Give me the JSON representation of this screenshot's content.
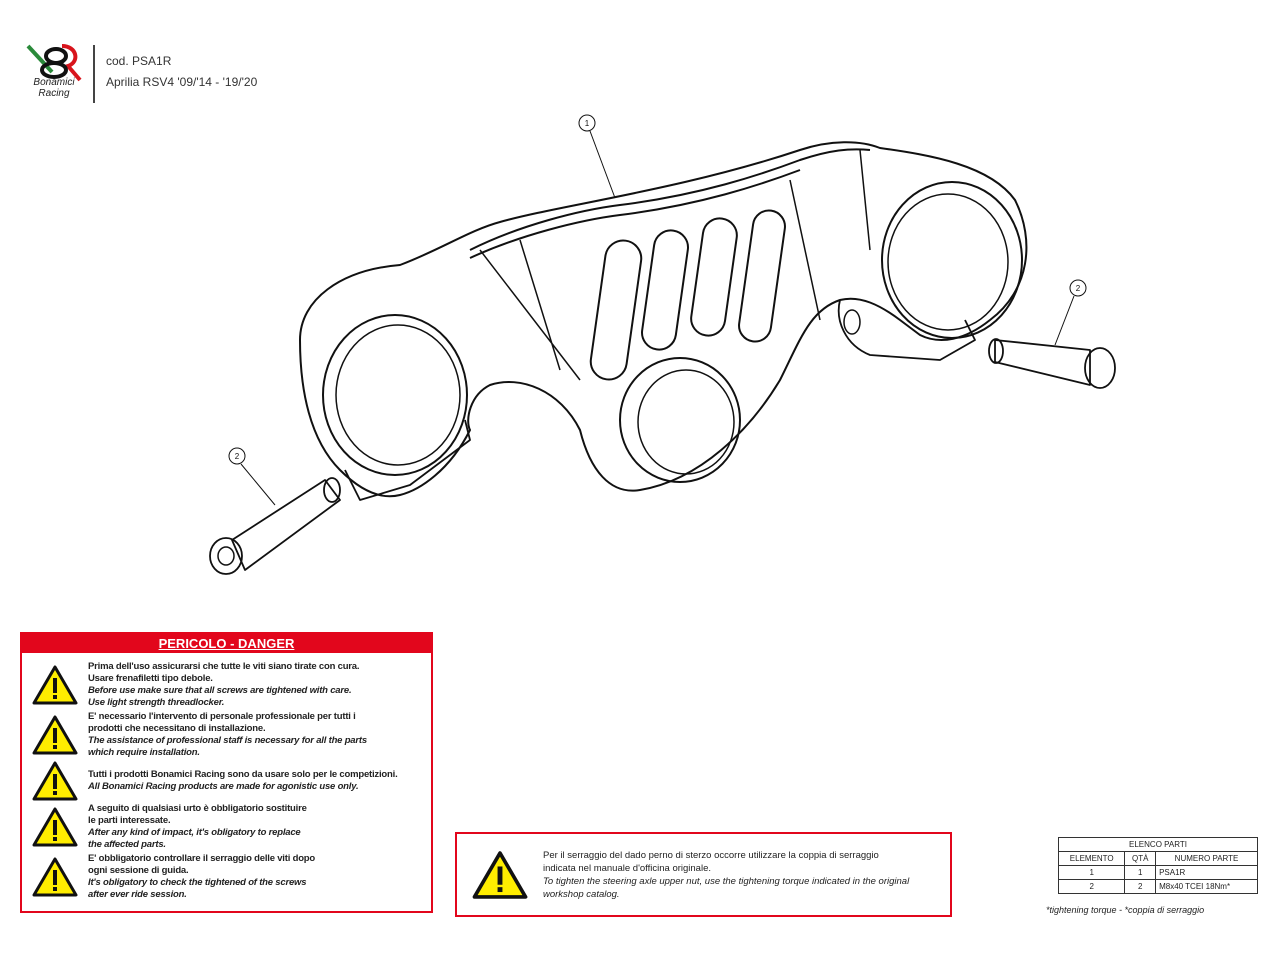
{
  "header": {
    "brand": "Bonamici Racing",
    "code": "cod. PSA1R",
    "model": "Aprilia RSV4 '09/'14 - '19/'20"
  },
  "drawing": {
    "callouts": [
      "1",
      "2",
      "2"
    ]
  },
  "danger": {
    "title": "PERICOLO - DANGER",
    "items": [
      {
        "it": [
          "Prima dell'uso assicurarsi che tutte le viti siano tirate con cura.",
          "Usare frenafiletti tipo debole."
        ],
        "en": [
          "Before use make sure that all screws are tightened with care.",
          "Use light strength threadlocker."
        ]
      },
      {
        "it": [
          "E' necessario l'intervento di personale professionale per tutti i",
          "prodotti che necessitano di installazione."
        ],
        "en": [
          "The assistance of professional staff is necessary for all the parts",
          "which require installation."
        ]
      },
      {
        "it": [
          "Tutti i prodotti Bonamici Racing sono da usare solo per le competizioni."
        ],
        "en": [
          "All Bonamici Racing products are made for agonistic use only."
        ]
      },
      {
        "it": [
          "A seguito di qualsiasi urto è obbligatorio sostituire",
          "le parti interessate."
        ],
        "en": [
          "After any kind of impact, it's obligatory to replace",
          "the affected parts."
        ]
      },
      {
        "it": [
          "E' obbligatorio controllare il serraggio delle viti dopo",
          "ogni sessione di guida."
        ],
        "en": [
          "It's obligatory to check the tightened of the screws",
          "after ever ride session."
        ]
      }
    ]
  },
  "torque_note": {
    "it": [
      "Per il serraggio del dado perno di sterzo occorre utilizzare la coppia di serraggio",
      "indicata nel manuale d'officina originale."
    ],
    "en": [
      "To tighten the steering axle upper nut, use the tightening torque indicated in the original",
      "workshop catalog."
    ]
  },
  "parts_list": {
    "title": "ELENCO PARTI",
    "columns": [
      "ELEMENTO",
      "QTÀ",
      "NUMERO PARTE"
    ],
    "rows": [
      [
        "1",
        "1",
        "PSA1R"
      ],
      [
        "2",
        "2",
        "M8x40 TCEI 18Nm*"
      ]
    ],
    "footnote": "*tightening torque - *coppia di serraggio"
  },
  "colors": {
    "accent": "#e2061c",
    "warning": "#ffed00"
  }
}
